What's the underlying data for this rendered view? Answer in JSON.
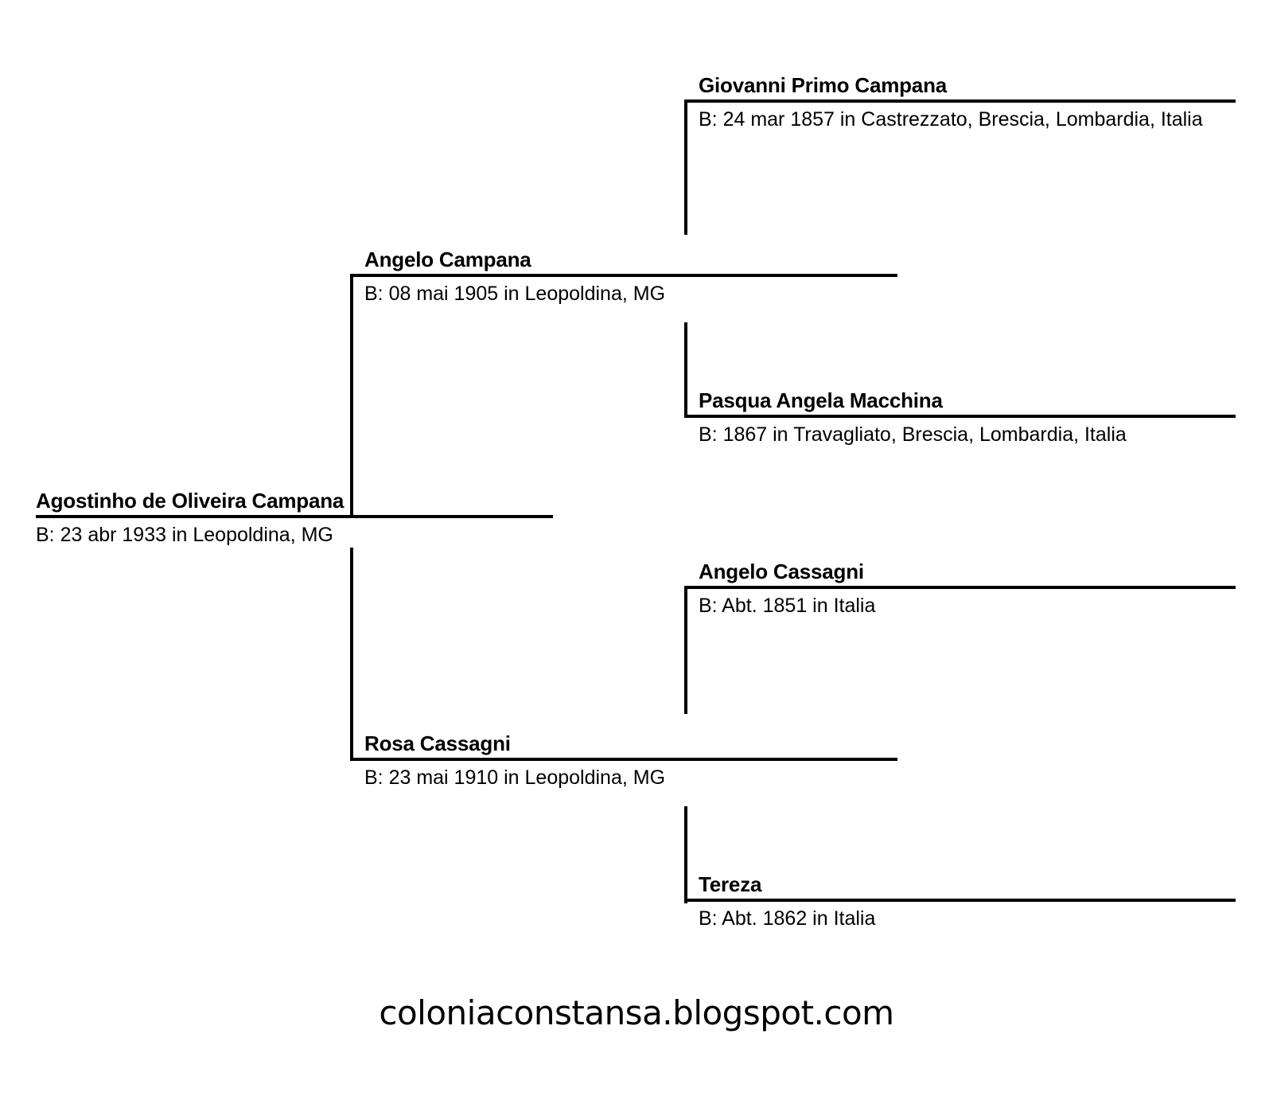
{
  "chart_data": {
    "type": "diagram",
    "diagram_kind": "ancestor-pedigree-chart",
    "generations": 3,
    "root": "agostinho"
  },
  "people": {
    "agostinho": {
      "name": "Agostinho de Oliveira Campana",
      "detail": "B: 23 abr 1933 in Leopoldina, MG",
      "generation": 1
    },
    "angelo_campana": {
      "name": "Angelo Campana",
      "detail": "B: 08 mai 1905 in Leopoldina, MG",
      "generation": 2
    },
    "rosa_cassagni": {
      "name": "Rosa Cassagni",
      "detail": "B: 23 mai 1910 in Leopoldina, MG",
      "generation": 2
    },
    "giovanni_primo_campana": {
      "name": "Giovanni Primo Campana",
      "detail": "B: 24 mar 1857 in Castrezzato, Brescia, Lombardia, Italia",
      "generation": 3
    },
    "pasqua_angela_macchina": {
      "name": "Pasqua Angela Macchina",
      "detail": "B: 1867 in Travagliato, Brescia, Lombardia, Italia",
      "generation": 3
    },
    "angelo_cassagni": {
      "name": "Angelo Cassagni",
      "detail": "B: Abt. 1851 in Italia",
      "generation": 3
    },
    "tereza": {
      "name": "Tereza",
      "detail": "B: Abt. 1862 in Italia",
      "generation": 3
    }
  },
  "footer": {
    "watermark": "coloniaconstansa.blogspot.com"
  },
  "colors": {
    "line": "#000000",
    "text": "#000000",
    "background": "#ffffff"
  }
}
